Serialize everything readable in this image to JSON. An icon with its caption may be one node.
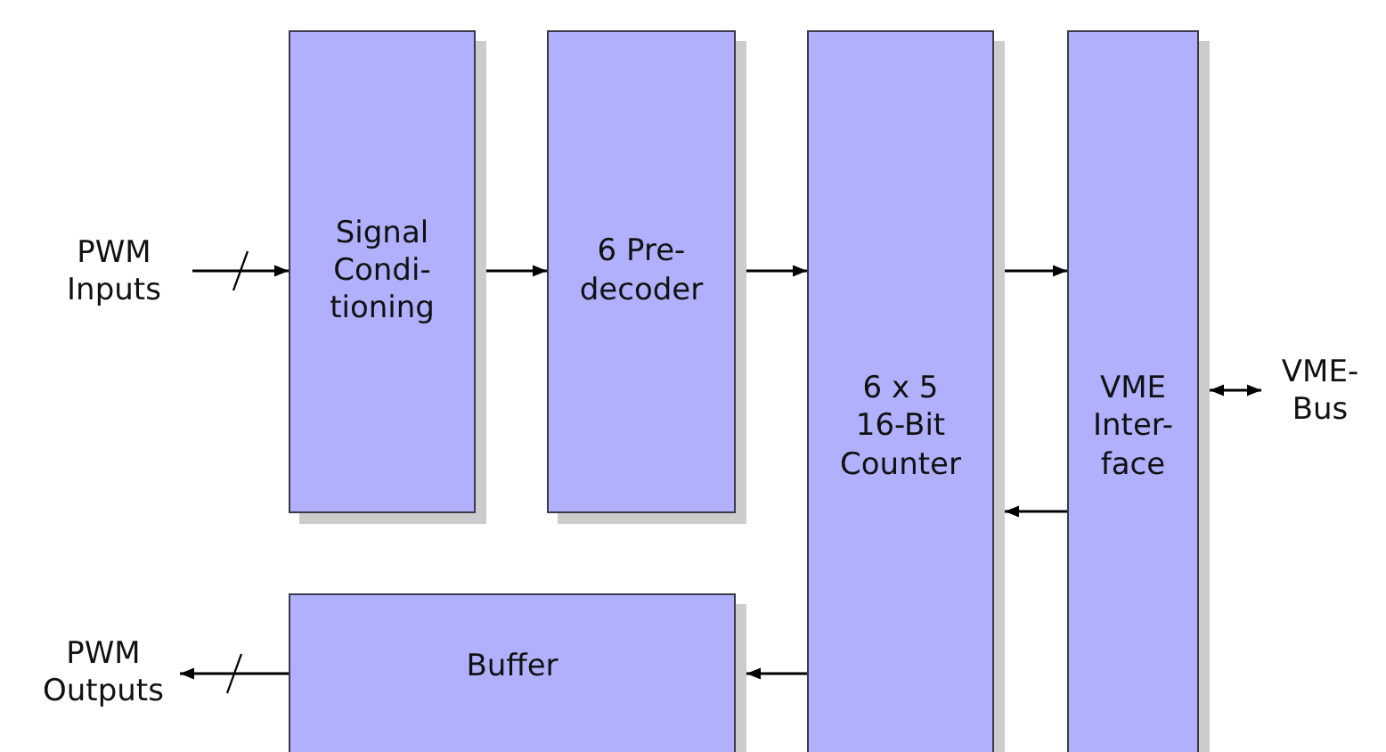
{
  "diagram": {
    "nodes": [
      {
        "text": [
          "PWM Inputs"
        ]
      },
      {
        "text": [
          "Signal Condi- tioning"
        ]
      },
      {
        "text": [
          "6 Pre- decoder"
        ]
      },
      {
        "text": [
          "6 x 5 16-Bit Counter"
        ]
      },
      {
        "text": [
          "VME Inter- face"
        ]
      },
      {
        "text": [
          "VME- Bus"
        ]
      },
      {
        "text": [
          "Buffer"
        ]
      },
      {
        "text": [
          "PWM Outputs"
        ]
      }
    ],
    "edges": [
      {
        "from": 0,
        "to": 1,
        "arrow": "to"
      },
      {
        "from": 1,
        "to": 2,
        "arrow": "to"
      },
      {
        "from": 2,
        "to": 3,
        "arrow": "to"
      },
      {
        "from": 3,
        "to": 4,
        "arrow": "to"
      },
      {
        "from": 4,
        "to": 3,
        "arrow": "to"
      },
      {
        "from": 4,
        "to": 5,
        "arrow": "both"
      },
      {
        "from": 3,
        "to": 6,
        "arrow": "to"
      },
      {
        "from": 6,
        "to": 7,
        "arrow": "to"
      }
    ]
  }
}
